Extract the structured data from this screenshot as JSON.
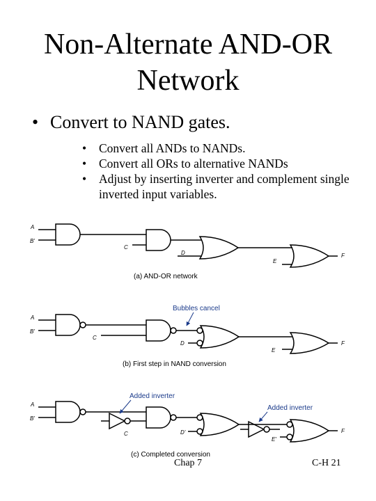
{
  "slide": {
    "title_line1": "Non-Alternate AND-OR",
    "title_line2": "Network",
    "main_bullet": "Convert to NAND gates.",
    "sub_bullets": [
      "Convert all ANDs to NANDs.",
      "Convert all ORs to alternative NANDs",
      "Adjust by inserting inverter and complement single inverted input variables."
    ],
    "footer_left": "Chap 7",
    "footer_right": "C-H  21"
  },
  "diagram": {
    "labels": {
      "A": "A",
      "Bp": "B'",
      "C": "C",
      "D": "D",
      "Dp": "D'",
      "E": "E",
      "Ep": "E'",
      "F": "F"
    },
    "captions": {
      "a": "(a) AND-OR network",
      "b": "(b) First step in NAND conversion",
      "c": "(c) Completed conversion"
    },
    "callouts": {
      "bubbles": "Bubbles cancel",
      "inverter1": "Added inverter",
      "inverter2": "Added inverter"
    },
    "colors": {
      "wire": "#000000",
      "callout": "#1a3a8a"
    }
  }
}
